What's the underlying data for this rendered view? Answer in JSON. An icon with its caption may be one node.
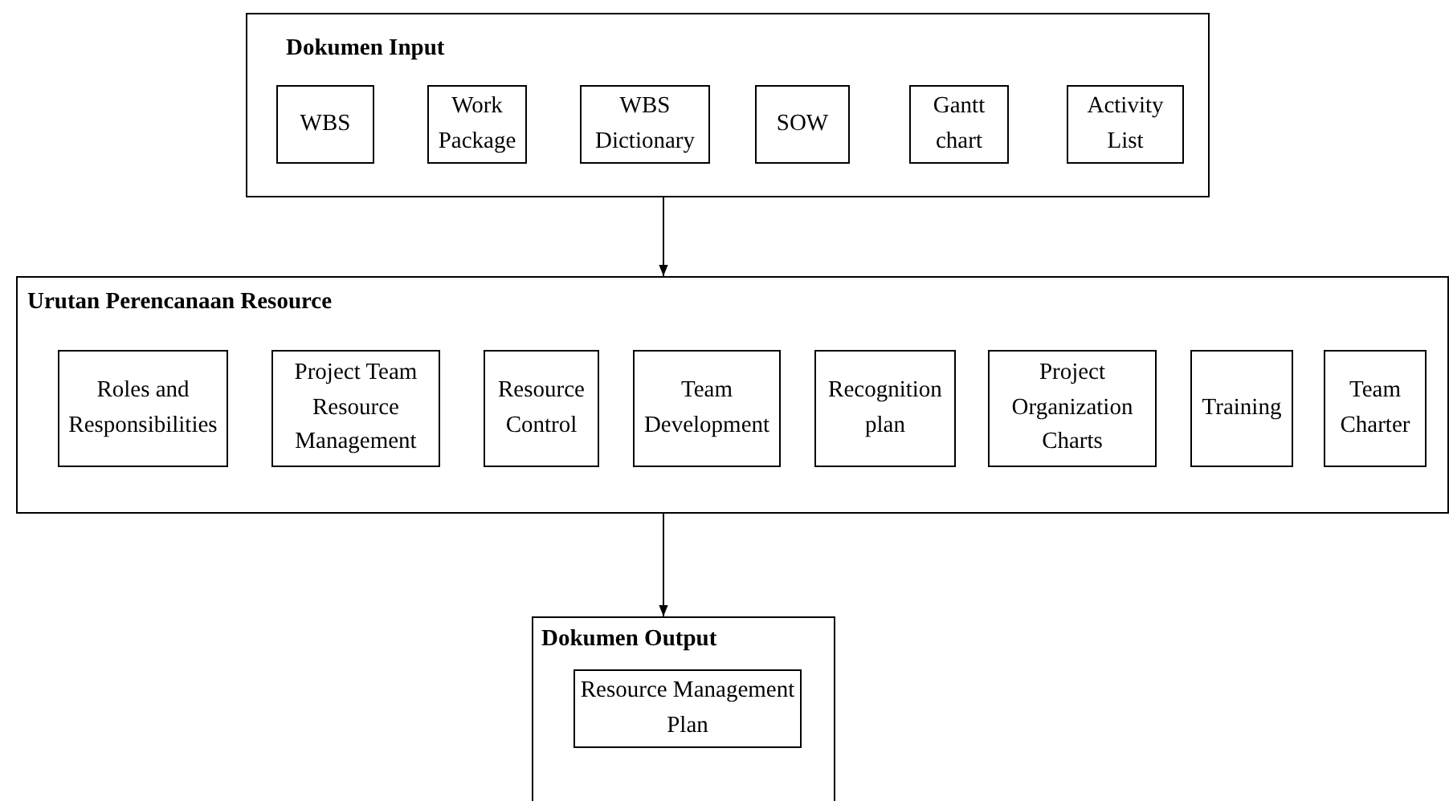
{
  "diagram": {
    "nodes": [
      {
        "text": [
          "Dokumen Input"
        ]
      },
      {
        "text": [
          "WBS"
        ],
        "in": 0
      },
      {
        "text": [
          "Work Package"
        ],
        "in": 0
      },
      {
        "text": [
          "WBS Dictionary"
        ],
        "in": 0
      },
      {
        "text": [
          "SOW"
        ],
        "in": 0
      },
      {
        "text": [
          "Gantt chart"
        ],
        "in": 0
      },
      {
        "text": [
          "Activity List"
        ],
        "in": 0
      },
      {
        "text": [
          "Urutan Perencanaan Resource"
        ]
      },
      {
        "text": [
          "Roles and Responsibilities"
        ],
        "in": 7
      },
      {
        "text": [
          "Project Team Resource Management"
        ],
        "in": 7
      },
      {
        "text": [
          "Resource Control"
        ],
        "in": 7
      },
      {
        "text": [
          "Team Development"
        ],
        "in": 7
      },
      {
        "text": [
          "Recognition plan"
        ],
        "in": 7
      },
      {
        "text": [
          "Project Organization Charts"
        ],
        "in": 7
      },
      {
        "text": [
          "Training"
        ],
        "in": 7
      },
      {
        "text": [
          "Team Charter"
        ],
        "in": 7
      },
      {
        "text": [
          "Dokumen Output"
        ]
      },
      {
        "text": [
          "Resource Management Plan"
        ],
        "in": 16
      }
    ],
    "edges": [
      {
        "from": 0,
        "to": 7,
        "arrow": "to"
      },
      {
        "from": 7,
        "to": 16,
        "arrow": "to"
      }
    ]
  }
}
